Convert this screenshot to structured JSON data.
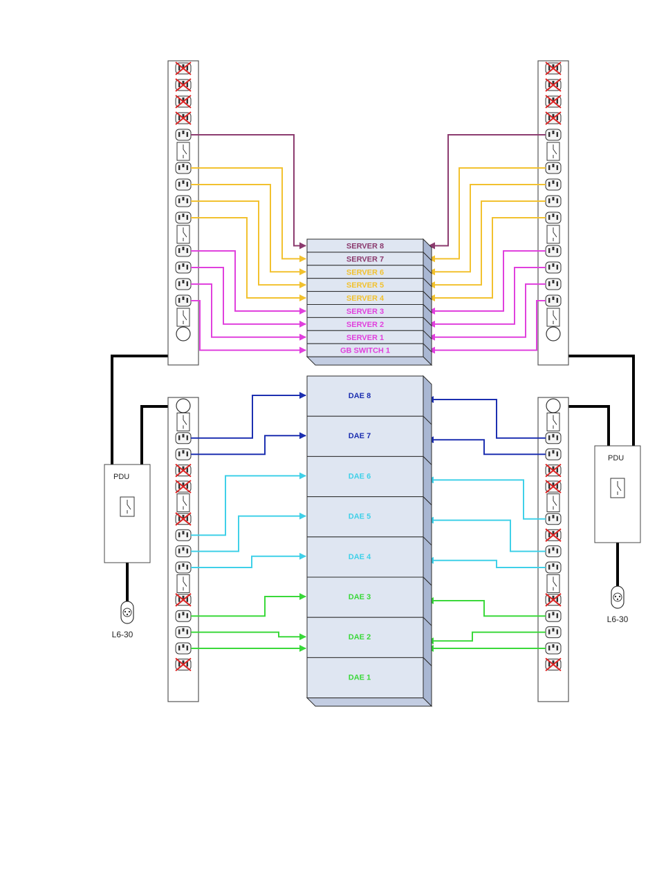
{
  "colors": {
    "purple": "#8b3a6e",
    "yellow": "#f2c12e",
    "magenta": "#e040dd",
    "blue": "#1c2fb0",
    "cyan": "#3fd0e8",
    "green": "#39d839",
    "feed": "#000000",
    "blank_x": "#dd2222"
  },
  "upper_stack": {
    "devices": [
      {
        "label": "SERVER 8",
        "color": "purple"
      },
      {
        "label": "SERVER 7",
        "color": "purple"
      },
      {
        "label": "SERVER 6",
        "color": "yellow"
      },
      {
        "label": "SERVER 5",
        "color": "yellow"
      },
      {
        "label": "SERVER 4",
        "color": "yellow"
      },
      {
        "label": "SERVER 3",
        "color": "magenta"
      },
      {
        "label": "SERVER 2",
        "color": "magenta"
      },
      {
        "label": "SERVER 1",
        "color": "magenta"
      },
      {
        "label": "GB SWITCH 1",
        "color": "magenta"
      }
    ]
  },
  "lower_stack": {
    "devices": [
      {
        "label": "DAE 8",
        "color": "blue"
      },
      {
        "label": "DAE 7",
        "color": "blue"
      },
      {
        "label": "DAE 6",
        "color": "cyan"
      },
      {
        "label": "DAE 5",
        "color": "cyan"
      },
      {
        "label": "DAE  4",
        "color": "cyan"
      },
      {
        "label": "DAE 3",
        "color": "green"
      },
      {
        "label": "DAE 2",
        "color": "green"
      },
      {
        "label": "DAE 1",
        "color": "green"
      }
    ]
  },
  "pdu_left": {
    "label": "PDU",
    "plug_label": "L6-30"
  },
  "pdu_right": {
    "label": "PDU",
    "plug_label": "L6-30"
  },
  "strips": {
    "upper": [
      "blank",
      "blank",
      "blank",
      "blank",
      "outlet",
      "switch",
      "outlet",
      "outlet",
      "outlet",
      "outlet",
      "switch",
      "outlet",
      "outlet",
      "outlet",
      "outlet",
      "switch",
      "breaker"
    ],
    "lower_left": [
      "breaker",
      "switch",
      "outlet",
      "outlet",
      "blank",
      "blank",
      "switch",
      "blank",
      "outlet",
      "outlet",
      "outlet",
      "switch",
      "blank",
      "outlet",
      "outlet",
      "outlet",
      "blank"
    ],
    "lower_right": [
      "breaker",
      "switch",
      "outlet",
      "outlet",
      "blank",
      "blank",
      "switch",
      "outlet",
      "blank",
      "outlet",
      "outlet",
      "switch",
      "blank",
      "outlet",
      "outlet",
      "outlet",
      "blank"
    ]
  },
  "connections": {
    "upper_left": [
      {
        "color": "purple",
        "outlet": 4,
        "device": 0
      },
      {
        "color": "yellow",
        "outlet": 6,
        "device": 1
      },
      {
        "color": "yellow",
        "outlet": 7,
        "device": 2
      },
      {
        "color": "yellow",
        "outlet": 8,
        "device": 3
      },
      {
        "color": "yellow",
        "outlet": 9,
        "device": 4
      },
      {
        "color": "magenta",
        "outlet": 11,
        "device": 5
      },
      {
        "color": "magenta",
        "outlet": 12,
        "device": 6
      },
      {
        "color": "magenta",
        "outlet": 13,
        "device": 7
      },
      {
        "color": "magenta",
        "outlet": 14,
        "device": 8
      }
    ],
    "upper_right": [
      {
        "color": "purple",
        "outlet": 4,
        "device": 0
      },
      {
        "color": "yellow",
        "outlet": 6,
        "device": 1
      },
      {
        "color": "yellow",
        "outlet": 7,
        "device": 2
      },
      {
        "color": "yellow",
        "outlet": 8,
        "device": 3
      },
      {
        "color": "yellow",
        "outlet": 9,
        "device": 4
      },
      {
        "color": "magenta",
        "outlet": 11,
        "device": 5
      },
      {
        "color": "magenta",
        "outlet": 12,
        "device": 6
      },
      {
        "color": "magenta",
        "outlet": 13,
        "device": 7
      },
      {
        "color": "magenta",
        "outlet": 14,
        "device": 8
      }
    ],
    "lower_left": [
      {
        "color": "blue",
        "outlet": 2,
        "device": 0
      },
      {
        "color": "blue",
        "outlet": 3,
        "device": 1
      },
      {
        "color": "cyan",
        "outlet": 8,
        "device": 2
      },
      {
        "color": "cyan",
        "outlet": 9,
        "device": 3
      },
      {
        "color": "cyan",
        "outlet": 10,
        "device": 4
      },
      {
        "color": "green",
        "outlet": 13,
        "device": 5
      },
      {
        "color": "green",
        "outlet": 14,
        "device": 6
      },
      {
        "color": "green",
        "outlet": 15,
        "device": 7
      }
    ],
    "lower_right": [
      {
        "color": "blue",
        "outlet": 2,
        "device": 0
      },
      {
        "color": "blue",
        "outlet": 3,
        "device": 1
      },
      {
        "color": "cyan",
        "outlet": 7,
        "device": 2
      },
      {
        "color": "cyan",
        "outlet": 9,
        "device": 3
      },
      {
        "color": "cyan",
        "outlet": 10,
        "device": 4
      },
      {
        "color": "green",
        "outlet": 13,
        "device": 5
      },
      {
        "color": "green",
        "outlet": 14,
        "device": 6
      },
      {
        "color": "green",
        "outlet": 15,
        "device": 7
      }
    ]
  }
}
